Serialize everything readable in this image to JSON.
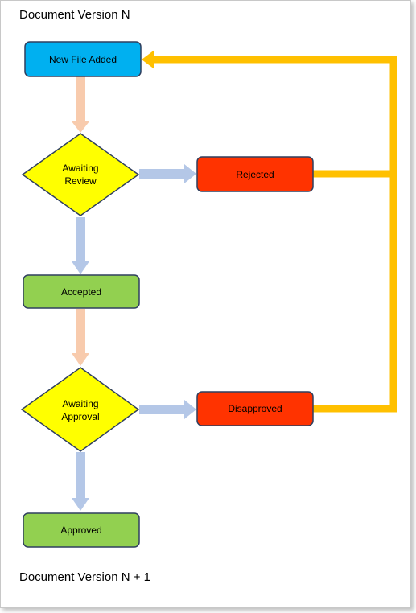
{
  "header": {
    "title": "Document Version N"
  },
  "footer": {
    "title": "Document Version N + 1"
  },
  "nodes": {
    "new_file_added": "New File Added",
    "awaiting_review_line1": "Awaiting",
    "awaiting_review_line2": "Review",
    "rejected": "Rejected",
    "accepted": "Accepted",
    "awaiting_approval_line1": "Awaiting",
    "awaiting_approval_line2": "Approval",
    "disapproved": "Disapproved",
    "approved": "Approved"
  },
  "colors": {
    "start_node": "#00b0f0",
    "decision": "#ffff00",
    "reject": "#ff3300",
    "accept": "#92d050",
    "arrow_peach": "#f8cbad",
    "arrow_blue": "#b4c7e7",
    "return_loop": "#ffc000",
    "node_border": "#2f3f5f"
  }
}
